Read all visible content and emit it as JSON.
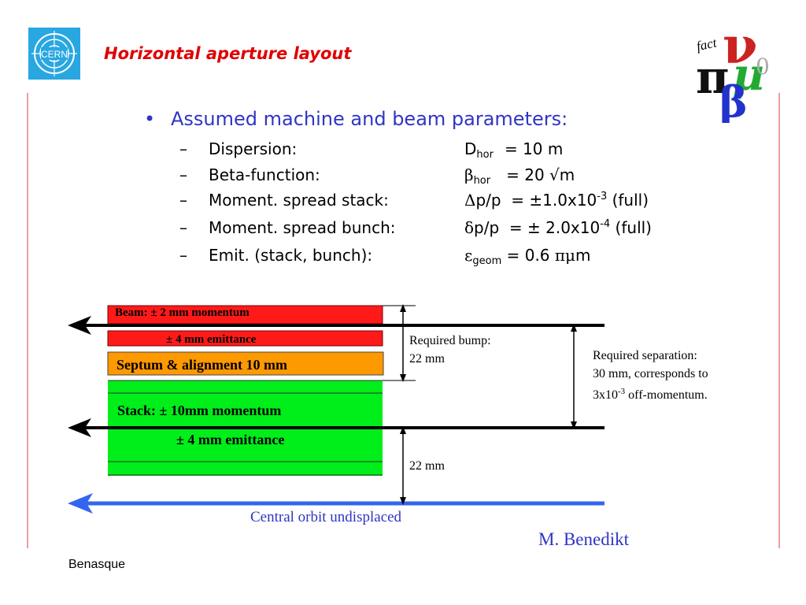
{
  "header": {
    "title": "Horizontal aperture layout",
    "logo_left_text": "CERN",
    "logo_right_text": "fact"
  },
  "content": {
    "bullet_symbol": "•",
    "heading": "Assumed machine and beam parameters:",
    "params": [
      {
        "dash": "–",
        "name": "Dispersion:",
        "sym": "D",
        "sub": "hor",
        "rest": "= 10 m"
      },
      {
        "dash": "–",
        "name": "Beta-function:",
        "sym": "β",
        "sub": "hor",
        "rest": "= 20 √m"
      },
      {
        "dash": "–",
        "name": "Moment. spread stack:",
        "sym": "Δ",
        "pre": "p/p  = ±1.0x10",
        "sup": "-3",
        "post": " (full)"
      },
      {
        "dash": "–",
        "name": "Moment. spread bunch:",
        "sym": "δ",
        "pre": "p/p  = ± 2.0x10",
        "sup": "-4",
        "post": " (full)"
      },
      {
        "dash": "–",
        "name": "Emit. (stack, bunch):",
        "sym": "ε",
        "sub": "geom",
        "rest": " = 0.6 ",
        "sym2": "πμ",
        "rest2": "m"
      }
    ]
  },
  "diagram": {
    "beam_label": "Beam:  ± 2 mm momentum",
    "beam_emittance_label": "± 4 mm emittance",
    "septum_label": "Septum & alignment 10 mm",
    "stack_label": "Stack:  ± 10mm momentum",
    "stack_emittance_label": "± 4 mm emittance",
    "bump_label_1": "Required bump:",
    "bump_label_2": "22 mm",
    "separation_1": "Required separation:",
    "separation_2": "30 mm, corresponds to",
    "separation_3a": "3x10",
    "separation_3sup": "-3",
    "separation_3b": " off-momentum.",
    "lower_gap_label": "22 mm",
    "central_orbit_label": "Central orbit undisplaced",
    "colors": {
      "beam": "#ff1a1a",
      "septum": "#ff9900",
      "stack": "#00ee1a",
      "central_orbit": "#3366ee",
      "text_blue": "#2f35c5",
      "title_red": "#e00000"
    }
  },
  "footer": {
    "author": "M. Benedikt",
    "location": "Benasque"
  }
}
